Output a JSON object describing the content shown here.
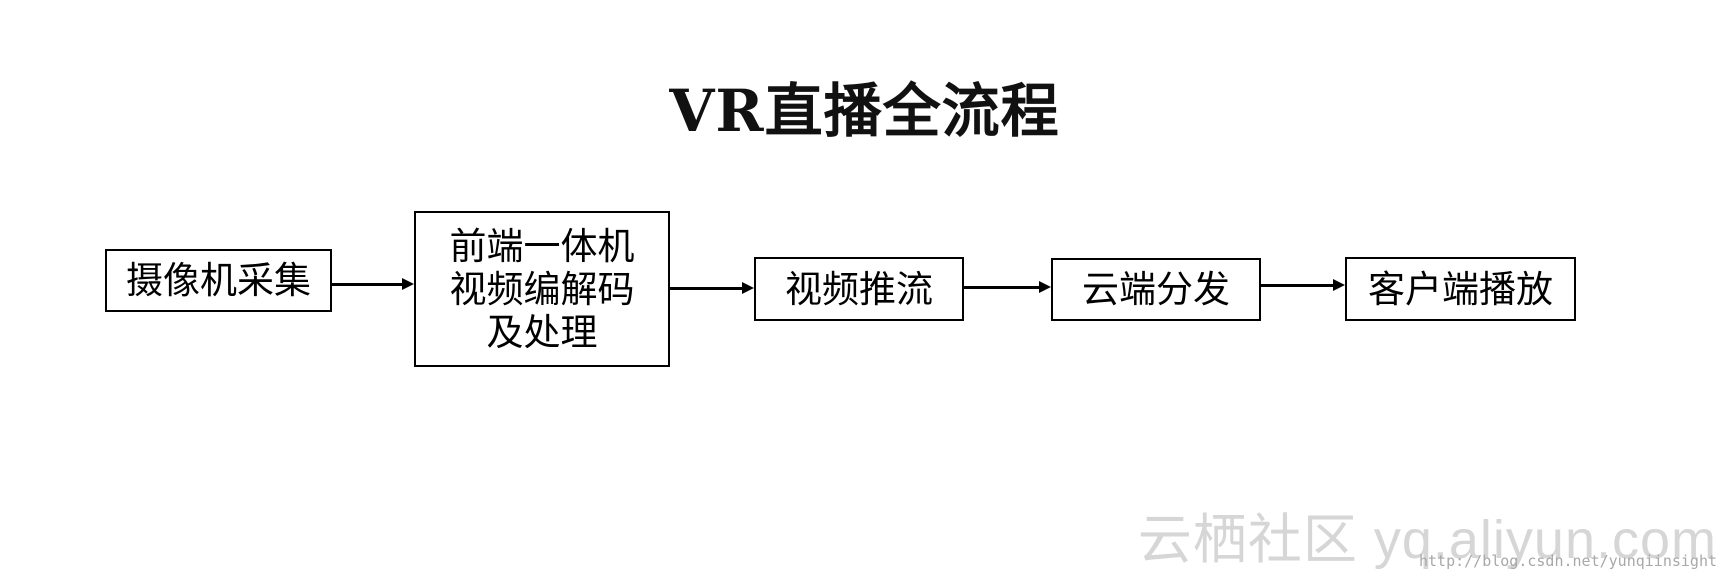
{
  "title": "VR直播全流程",
  "nodes": [
    {
      "id": "camera",
      "lines": [
        "摄像机采集"
      ]
    },
    {
      "id": "frontend",
      "lines": [
        "前端一体机",
        "视频编解码",
        "及处理"
      ]
    },
    {
      "id": "push",
      "lines": [
        "视频推流"
      ]
    },
    {
      "id": "cloud",
      "lines": [
        "云端分发"
      ]
    },
    {
      "id": "client",
      "lines": [
        "客户端播放"
      ]
    }
  ],
  "edges": [
    {
      "from": "camera",
      "to": "frontend"
    },
    {
      "from": "frontend",
      "to": "push"
    },
    {
      "from": "push",
      "to": "cloud"
    },
    {
      "from": "cloud",
      "to": "client"
    }
  ],
  "watermark": "云栖社区 yq.aliyun.com",
  "source_url": "http://blog.csdn.net/yunqiinsight"
}
